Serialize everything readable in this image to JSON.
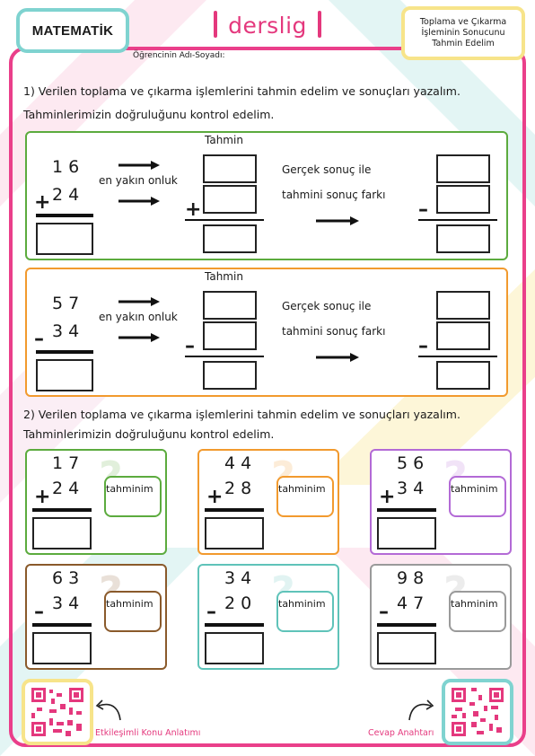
{
  "header": {
    "subject": "MATEMATİK",
    "brand": "derslig",
    "topic": "Toplama ve Çıkarma İşleminin Sonucunu Tahmin Edelim",
    "student_label": "Öğrencinin Adı-Soyadı:"
  },
  "section1": {
    "instruction_line1": "1) Verilen toplama ve çıkarma işlemlerini tahmin edelim ve sonuçları yazalım.",
    "instruction_line2": "Tahminlerimizin doğruluğunu kontrol edelim.",
    "problems": [
      {
        "top": "16",
        "bottom": "24",
        "op": "+",
        "color": "#5cab3e",
        "nearest_label": "en yakın onluk",
        "estimate_label": "Tahmin",
        "estimate_op": "+",
        "diff_line1": "Gerçek sonuç ile",
        "diff_line2": "tahmini sonuç farkı",
        "diff_op": "–"
      },
      {
        "top": "57",
        "bottom": "34",
        "op": "–",
        "color": "#f29a2e",
        "nearest_label": "en yakın onluk",
        "estimate_label": "Tahmin",
        "estimate_op": "–",
        "diff_line1": "Gerçek sonuç ile",
        "diff_line2": "tahmini sonuç farkı",
        "diff_op": "–"
      }
    ]
  },
  "section2": {
    "instruction_line1": "2) Verilen toplama ve çıkarma işlemlerini tahmin edelim ve sonuçları yazalım.",
    "instruction_line2": "Tahminlerimizin doğruluğunu kontrol edelim.",
    "estimate_label": "tahminim",
    "problems": [
      {
        "top": "17",
        "bottom": "24",
        "op": "+",
        "color": "#5cab3e"
      },
      {
        "top": "44",
        "bottom": "28",
        "op": "+",
        "color": "#f29a2e"
      },
      {
        "top": "56",
        "bottom": "34",
        "op": "+",
        "color": "#b36ad6"
      },
      {
        "top": "63",
        "bottom": "34",
        "op": "–",
        "color": "#8a5a2b"
      },
      {
        "top": "34",
        "bottom": "20",
        "op": "–",
        "color": "#5fc3b9"
      },
      {
        "top": "98",
        "bottom": "47",
        "op": "–",
        "color": "#9a9a9a"
      }
    ]
  },
  "footer": {
    "left_label": "Etkileşimli Konu Anlatımı",
    "right_label": "Cevap Anahtarı"
  },
  "colors": {
    "accent": "#ea3f8a",
    "brand": "#e4387d",
    "subject_border": "#7fd3d0",
    "topic_border": "#f7e48a"
  }
}
